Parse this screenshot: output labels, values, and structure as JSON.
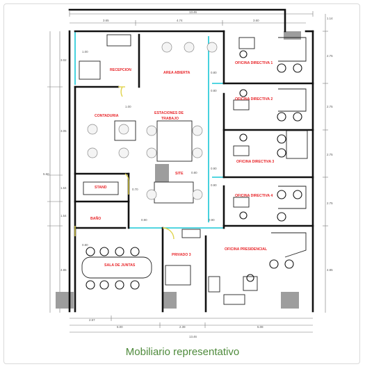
{
  "title": "Mobiliario representativo",
  "colors": {
    "wall": "#111111",
    "room_label": "#e8262a",
    "dimension": "#555555",
    "accent": "#18c7d6",
    "door": "#e0d34a",
    "caption": "#4e8a3b",
    "column": "#9d9d9d"
  },
  "rooms": {
    "recepcion": "RECEPCION",
    "area_abierta": "AREA ABIERTA",
    "contaduria": "CONTADURIA",
    "estaciones_1": "ESTACIONES DE",
    "estaciones_2": "TRABAJO",
    "stand": "STAND",
    "bano": "BAÑO",
    "sala_juntas": "SALA DE JUNTAS",
    "privado_3": "PRIVADO 3",
    "oficina_presidencial": "OFICINA PRESIDENCIAL",
    "directiva_1": "OFICINA DIRECTIVA 1",
    "directiva_2": "OFICINA DIRECTIVA 2",
    "directiva_3": "OFICINA DIRECTIVA 3",
    "directiva_4": "OFICINA DIRECTIVA 4",
    "site": "SITE"
  },
  "dims": {
    "top_total": "13.46",
    "top_1": "3.65",
    "top_2": "4.74",
    "top_3": "3.60",
    "top_right": "1.14",
    "bottom_total": "13.46",
    "bottom_1": "5.00",
    "bottom_2": "2.39",
    "bottom_3": "5.08",
    "bottom_sub": "2.57",
    "left_1": "3.02",
    "left_2": "3.05",
    "left_total": "5.60",
    "left_3": "1.64",
    "left_4": "1.54",
    "left_5": "4.85",
    "right_1": "2.75",
    "right_2": "2.75",
    "right_3": "2.75",
    "right_4": "2.75",
    "right_5": "4.85",
    "d_100a": "1.00",
    "d_100b": "1.00",
    "d_080a": "0.80",
    "d_080b": "0.80",
    "d_090a": "0.90",
    "d_090b": "0.90",
    "d_070": "0.70",
    "d_080c": "0.80",
    "d_090c": "0.90",
    "d_090d": "0.90",
    "d_080d": "0.80"
  }
}
